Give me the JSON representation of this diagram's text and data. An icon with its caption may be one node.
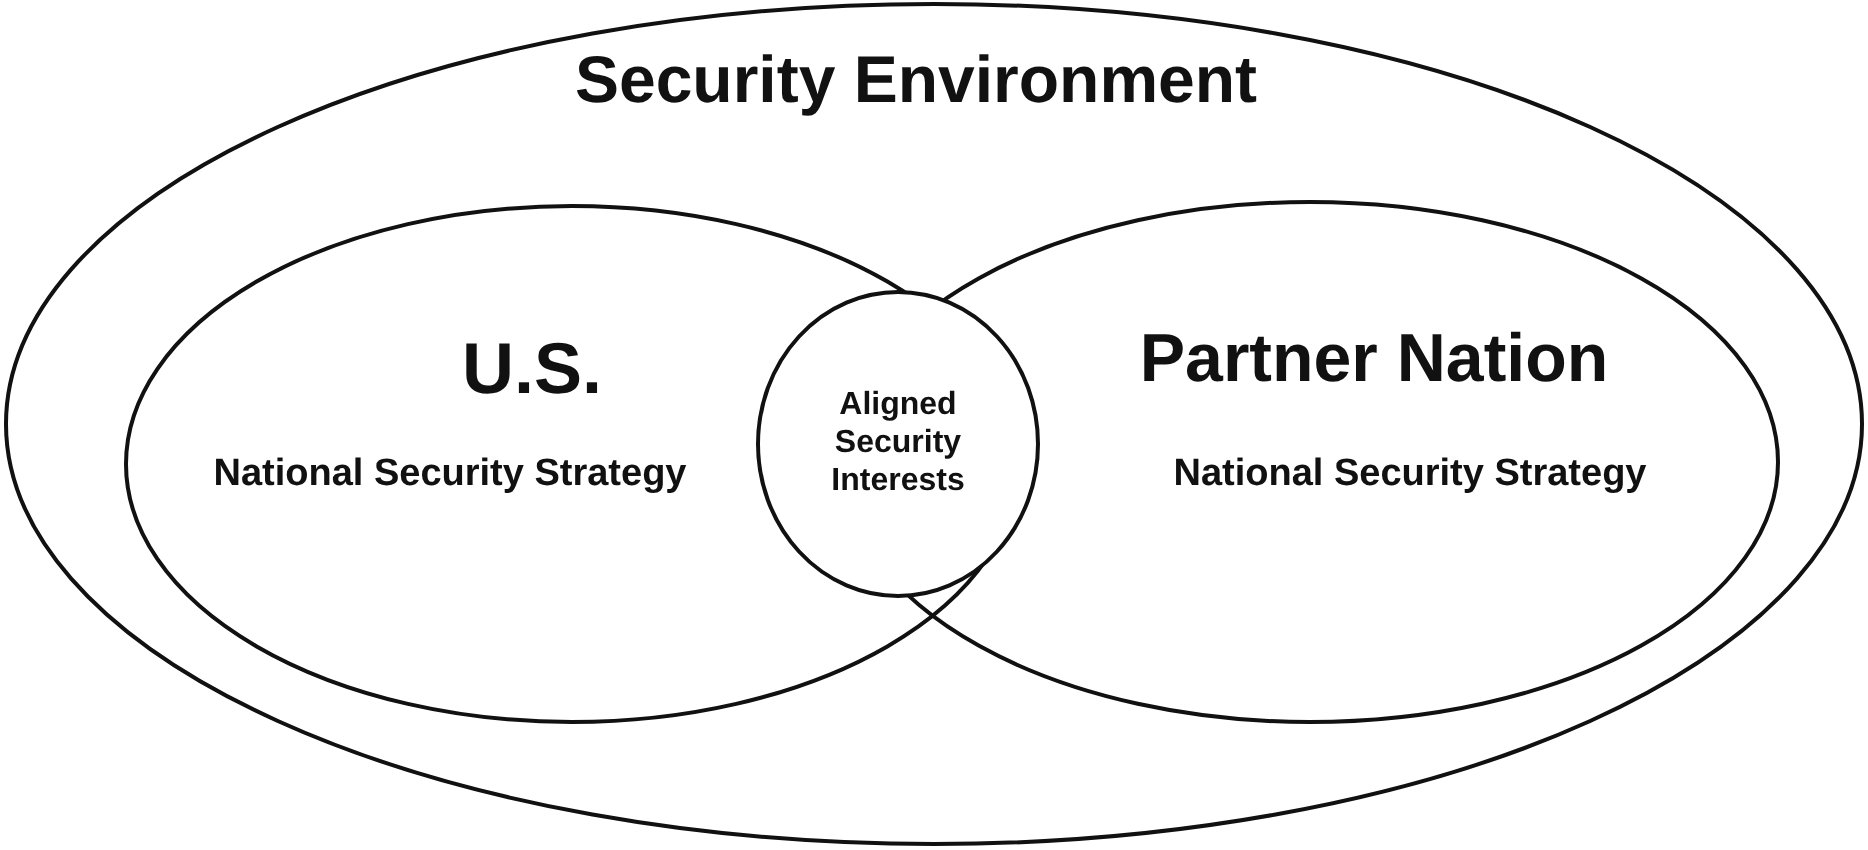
{
  "diagram": {
    "nodes": [
      {
        "text": [
          "Security Environment"
        ]
      },
      {
        "text": [
          "U.S.",
          "National Security Strategy"
        ],
        "in": 0
      },
      {
        "text": [
          "Partner Nation",
          "National Security Strategy"
        ],
        "in": 0
      },
      {
        "text": [
          "Aligned Security Interests"
        ],
        "in": 0
      }
    ]
  }
}
